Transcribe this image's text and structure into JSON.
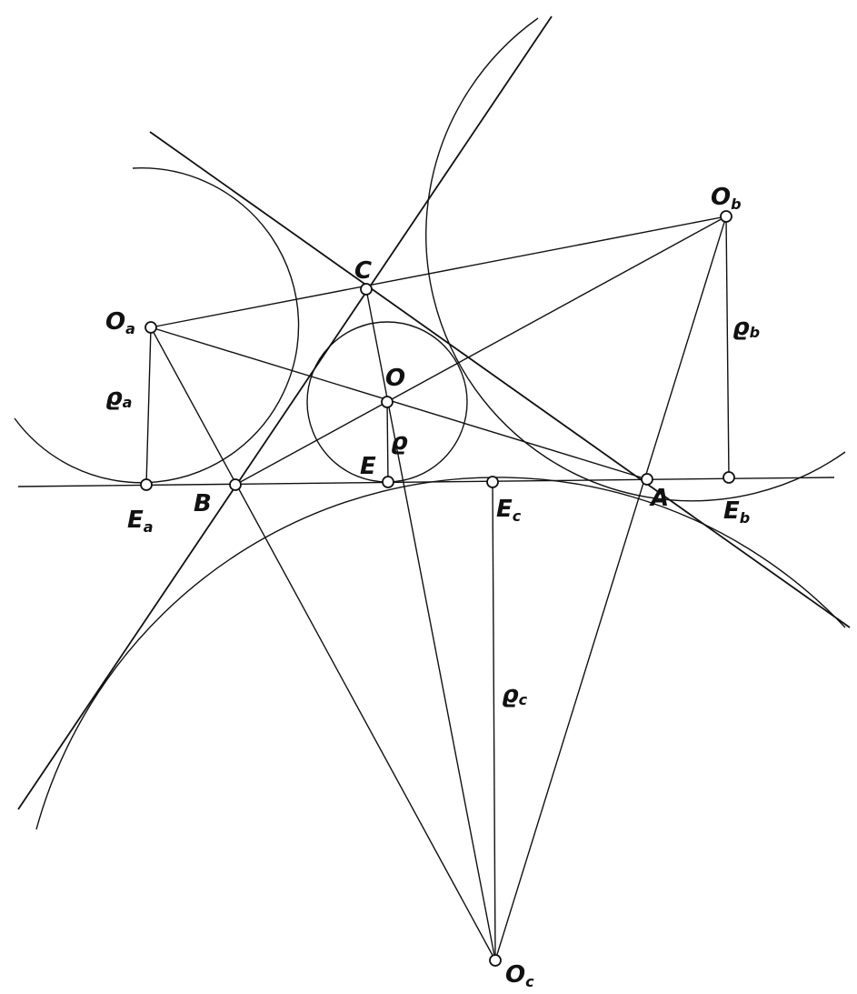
{
  "title": "Incircle and excircles of triangle ABC",
  "points": {
    "A": {
      "label": "A"
    },
    "B": {
      "label": "B"
    },
    "C": {
      "label": "C"
    },
    "O": {
      "label": "O"
    },
    "E": {
      "label": "E"
    },
    "Ea": {
      "label": "E",
      "sub": "a"
    },
    "Eb": {
      "label": "E",
      "sub": "b"
    },
    "Ec": {
      "label": "E",
      "sub": "c"
    },
    "Oa": {
      "label": "O",
      "sub": "a"
    },
    "Ob": {
      "label": "O",
      "sub": "b"
    },
    "Oc": {
      "label": "O",
      "sub": "c"
    }
  },
  "radii": {
    "rho": {
      "label": "ϱ"
    },
    "rho_a": {
      "label": "ϱ",
      "sub": "a"
    },
    "rho_b": {
      "label": "ϱ",
      "sub": "b"
    },
    "rho_c": {
      "label": "ϱ",
      "sub": "c"
    }
  },
  "colors": {
    "ink": "#111111",
    "background": "#ffffff"
  }
}
